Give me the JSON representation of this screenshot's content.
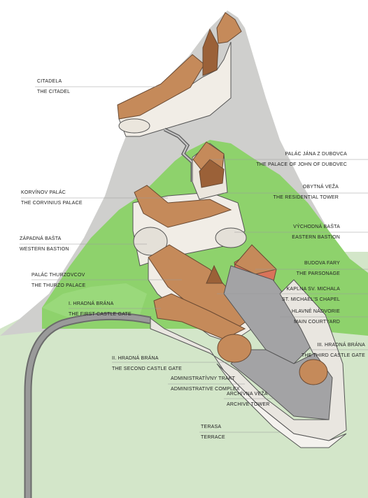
{
  "labels": [
    {
      "id": "citadel",
      "sk": "CITADELA",
      "en": "THE CITADEL"
    },
    {
      "id": "palace-john",
      "sk": "PALÁC JÁNA Z DUBOVCA",
      "en": "THE PALACE OF JOHN OF DUBOVEC"
    },
    {
      "id": "residential-tower",
      "sk": "OBYTNÁ VEŽA",
      "en": "THE RESIDENTIAL TOWER"
    },
    {
      "id": "corvinius",
      "sk": "KORVÍNOV PALÁC",
      "en": "THE CORVINIUS PALACE"
    },
    {
      "id": "western-bastion",
      "sk": "ZÁPADNÁ BAŠTA",
      "en": "WESTERN BASTION"
    },
    {
      "id": "eastern-bastion",
      "sk": "VÝCHODNÁ BAŠTA",
      "en": "EASTERN  BASTION"
    },
    {
      "id": "parsonage",
      "sk": "BUDOVA FARY",
      "en": "THE PARSONAGE"
    },
    {
      "id": "thurzo",
      "sk": "PALÁC THURZOVCOV",
      "en": "THE THURZO PALACE"
    },
    {
      "id": "chapel",
      "sk": "KAPLNA SV. MICHALA",
      "en": "ST. MICHAEL'S CHAPEL"
    },
    {
      "id": "gate1",
      "sk": "I. HRADNÁ BRÁNA",
      "en": "THE FIRST CASTLE GATE"
    },
    {
      "id": "courtyard",
      "sk": "HLAVNÉ NÁDVORIE",
      "en": "MAIN COURTYARD"
    },
    {
      "id": "gate3",
      "sk": "III. HRADNÁ BRÁNA",
      "en": "THE THIRD CASTLE GATE"
    },
    {
      "id": "gate2",
      "sk": "II. HRADNÁ BRÁNA",
      "en": "THE SECOND CASTLE  GATE"
    },
    {
      "id": "admin",
      "sk": "ADMINISTRATÍVNY TRAKT",
      "en": "ADMINISTRATIVE COMPLEX"
    },
    {
      "id": "archive",
      "sk": "ARCHÍVNA VEŽA",
      "en": "ARCHIVE TOWER"
    },
    {
      "id": "terrace",
      "sk": "TERASA",
      "en": "TERRACE"
    }
  ],
  "colors": {
    "background": "#ffffff",
    "grass": "#d3e6c9",
    "trees": "#8ed26c",
    "rock": "#cfcfcd",
    "wall": "#f1ede6",
    "roof": "#c58a5a",
    "roof_dark": "#9b6138",
    "courtyard": "#a3a3a5",
    "road": "#6b6b6b",
    "leader": "#9a9a9a",
    "text": "#222222"
  }
}
